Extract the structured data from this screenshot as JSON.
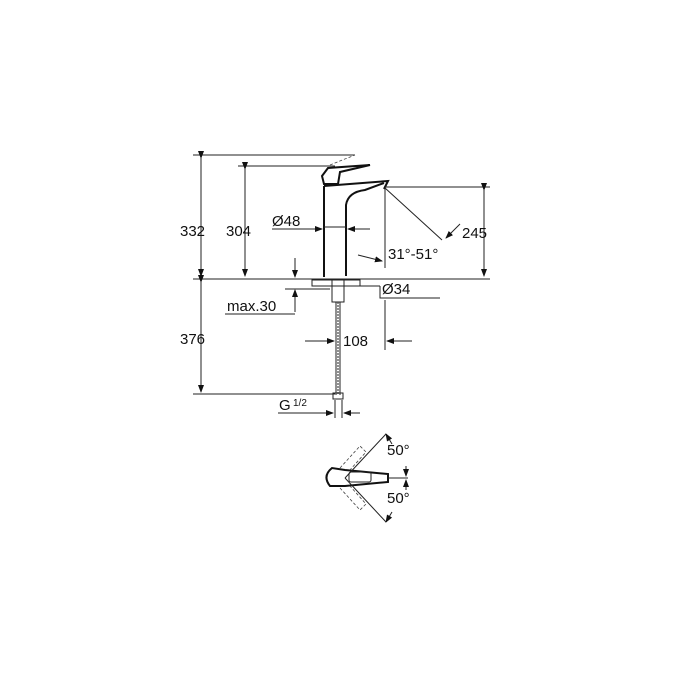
{
  "drawing": {
    "title": "Faucet technical dimension drawing",
    "dimensions": {
      "overall_height": "332",
      "spout_height": "304",
      "body_diameter": "Ø48",
      "outlet_height": "245",
      "spray_angle": "31°-51°",
      "mount_hole_diameter": "Ø34",
      "max_deck_thickness": "max.30",
      "hose_length": "376",
      "spout_reach": "108",
      "connection_thread": "G",
      "connection_fraction": "1/2",
      "lever_angle_top": "50°",
      "lever_angle_bottom": "50°"
    }
  }
}
